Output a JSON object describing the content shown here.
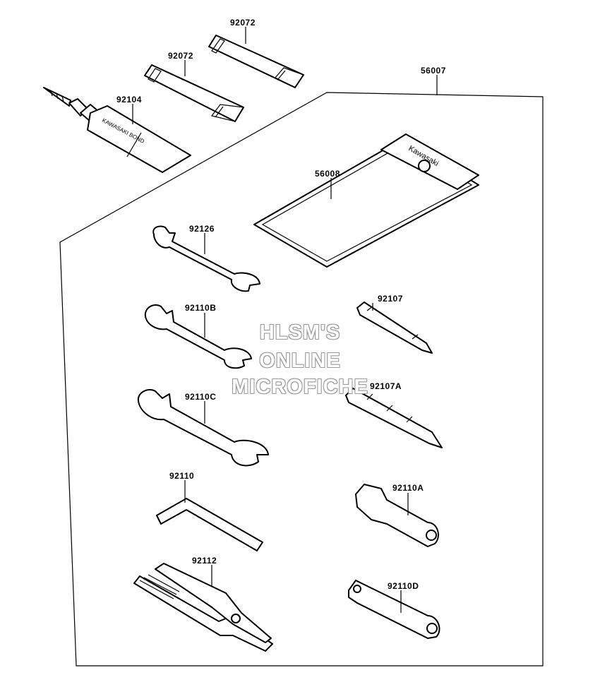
{
  "labels": {
    "strap_a": "92072",
    "strap_b": "92072",
    "bond": "92104",
    "tool_kit": "56007",
    "tool_case": "56008",
    "wrench_1": "92126",
    "wrench_2": "92110B",
    "wrench_3": "92110C",
    "hex_key": "92110",
    "pliers": "92112",
    "screwdriver_1": "92107",
    "screwdriver_2": "92107A",
    "plug_wrench": "92110A",
    "socket_wrench": "92110D"
  },
  "product_text": {
    "bond_tube": "KAWASAKI BOND",
    "case_logo": "Kawasaki"
  },
  "watermark": {
    "line1": "HLSM'S",
    "line2": "ONLINE",
    "line3": "MICROFICHE"
  }
}
